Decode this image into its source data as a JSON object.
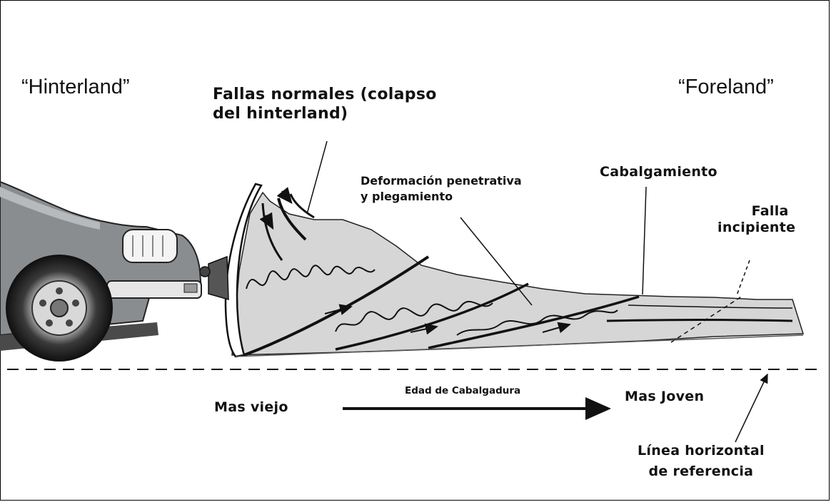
{
  "labels": {
    "hinterland": "“Hinterland”",
    "foreland": "“Foreland”",
    "normal_faults": [
      "Fallas normales (colapso",
      "del hinterland)"
    ],
    "penetrative": [
      "Deformación penetrativa",
      "y plegamiento"
    ],
    "thrust": "Cabalgamiento",
    "incipient_fault": [
      "Falla",
      "incipiente"
    ],
    "older": "Mas viejo",
    "thrust_age": "Edad de Cabalgadura",
    "younger": "Mas Joven",
    "reference_line": [
      "Línea horizontal",
      "de referencia"
    ]
  },
  "colors": {
    "wedge_fill": "#d6d6d6",
    "car_body": "#8a8d90",
    "line": "#111111"
  },
  "icons": [
    "car-icon",
    "bulldozer-blade-icon"
  ]
}
